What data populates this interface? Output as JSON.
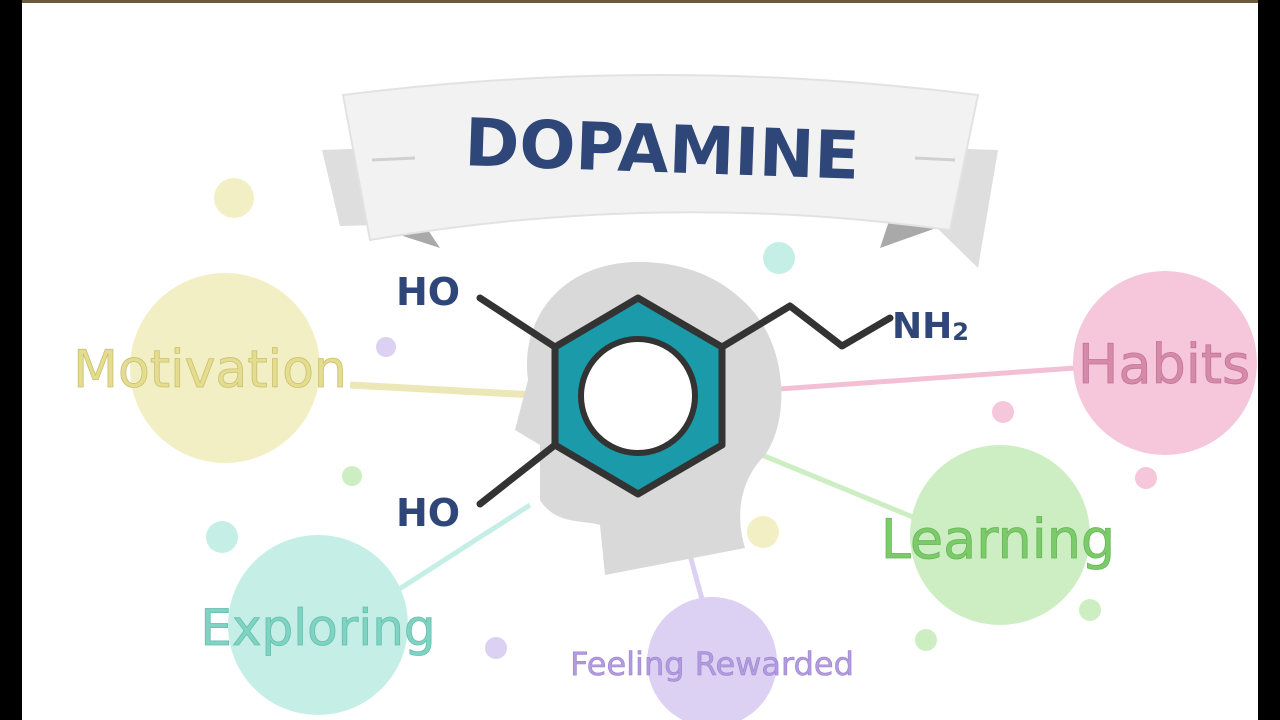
{
  "title": "DOPAMINE",
  "molecule": {
    "top_hydroxyl": "HO",
    "bottom_hydroxyl": "HO",
    "amine": "NH",
    "amine_subscript": "2"
  },
  "topics": [
    {
      "id": "motivation",
      "label": "Motivation",
      "color": "#e4dc8e",
      "bubble": "#f3efc4"
    },
    {
      "id": "habits",
      "label": "Habits",
      "color": "#d48aa8",
      "bubble": "#f6c6da"
    },
    {
      "id": "learning",
      "label": "Learning",
      "color": "#7ccb6a",
      "bubble": "#cdeec2"
    },
    {
      "id": "exploring",
      "label": "Exploring",
      "color": "#7fd3c2",
      "bubble": "#c5efe6"
    },
    {
      "id": "feeling-rewarded",
      "label": "Feeling Rewarded",
      "color": "#b29be0",
      "bubble": "#dcd0f3"
    }
  ],
  "colors": {
    "title_text": "#2f4678",
    "ring_fill": "#1b9aaa",
    "bond": "#333333",
    "head": "#d9d9d9"
  }
}
